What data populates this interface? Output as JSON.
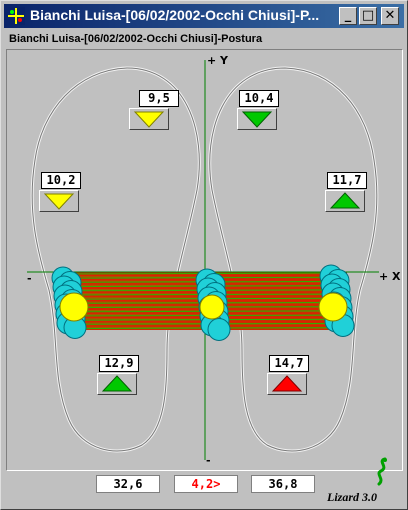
{
  "window": {
    "title": "Bianchi Luisa-[06/02/2002-Occhi Chiusi]-P...",
    "subtitle": "Bianchi Luisa-[06/02/2002-Occhi Chiusi]-Postura",
    "minimize_glyph": "_",
    "maximize_glyph": "□",
    "close_glyph": "✕"
  },
  "axes": {
    "y_label": "+ Y",
    "x_label": "+ X",
    "x_minus": "-",
    "y_minus": "-"
  },
  "sensors": {
    "left_front": {
      "value": "9,5",
      "status": "yellow"
    },
    "right_front": {
      "value": "10,4",
      "status": "green-down"
    },
    "left_mid": {
      "value": "10,2",
      "status": "yellow"
    },
    "right_mid": {
      "value": "11,7",
      "status": "green-up"
    },
    "left_rear": {
      "value": "12,9",
      "status": "green-up"
    },
    "right_rear": {
      "value": "14,7",
      "status": "red-up"
    }
  },
  "bottom": {
    "left_value": "32,6",
    "center_value": "4,2>",
    "right_value": "36,8"
  },
  "colors": {
    "yellow": "#ffff00",
    "green": "#00c800",
    "red": "#ff0000",
    "cyan": "#20d0d8",
    "axis": "#008000",
    "center_text": "#ff0000"
  },
  "brand": {
    "name": "Lizard 3.0",
    "logo": "lizard-icon"
  }
}
